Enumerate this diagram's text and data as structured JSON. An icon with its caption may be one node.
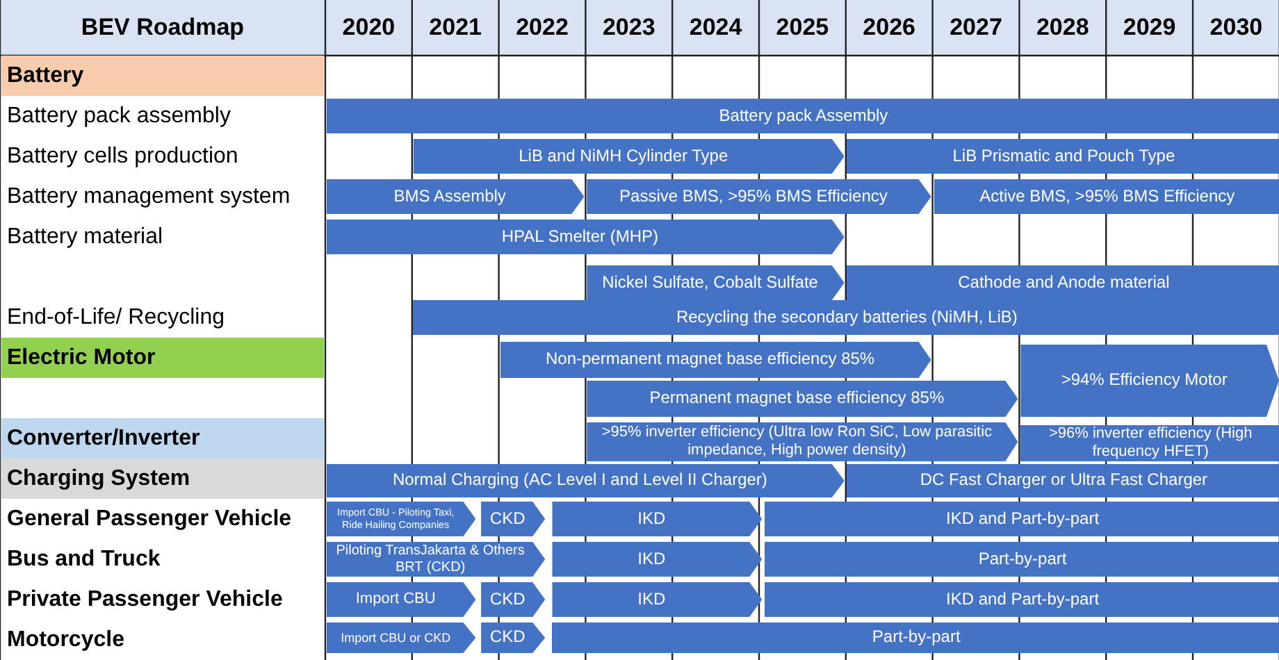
{
  "diagram": {
    "nodes": [
      {
        "text": [
          "Battery pack Assembly"
        ]
      },
      {
        "text": [
          "LiB and NiMH Cylinder Type"
        ]
      },
      {
        "text": [
          "LiB Prismatic and Pouch Type"
        ]
      },
      {
        "text": [
          "BMS Assembly"
        ]
      },
      {
        "text": [
          "Passive BMS, >95% BMS Efficiency"
        ]
      },
      {
        "text": [
          "Active BMS, >95% BMS Efficiency"
        ]
      },
      {
        "text": [
          "HPAL Smelter (MHP)"
        ]
      },
      {
        "text": [
          "Nickel Sulfate, Cobalt Sulfate"
        ]
      },
      {
        "text": [
          "Cathode and Anode material"
        ]
      },
      {
        "text": [
          "Recycling the secondary batteries (NiMH, LiB)"
        ]
      },
      {
        "text": [
          "Non-permanent magnet base efficiency 85%"
        ]
      },
      {
        "text": [
          ">94% Efficiency Motor"
        ]
      },
      {
        "text": [
          "Permanent magnet base efficiency 85%"
        ]
      },
      {
        "text": [
          ">95% inverter efficiency (Ultra low Ron SiC, Low parasitic impedance, High power density)"
        ]
      },
      {
        "text": [
          ">96% inverter efficiency (High frequency HFET)"
        ]
      },
      {
        "text": [
          "Normal Charging (AC Level I and Level II Charger)"
        ]
      },
      {
        "text": [
          "DC Fast Charger or Ultra Fast Charger"
        ]
      },
      {
        "text": [
          "Import CBU - Piloting Taxi, Ride Hailing Companies"
        ]
      },
      {
        "text": [
          "CKD"
        ]
      },
      {
        "text": [
          "IKD"
        ]
      },
      {
        "text": [
          "IKD and Part-by-part"
        ]
      },
      {
        "text": [
          "Piloting TransJakarta & Others BRT (CKD)"
        ]
      },
      {
        "text": [
          "IKD"
        ]
      },
      {
        "text": [
          "Part-by-part"
        ]
      },
      {
        "text": [
          "Import CBU"
        ]
      },
      {
        "text": [
          "CKD"
        ]
      },
      {
        "text": [
          "IKD"
        ]
      },
      {
        "text": [
          "IKD and Part-by-part"
        ]
      },
      {
        "text": [
          "Import CBU or CKD"
        ]
      },
      {
        "text": [
          "CKD"
        ]
      },
      {
        "text": [
          "Part-by-part"
        ]
      }
    ],
    "labels": [
      "BEV Roadmap",
      "2020",
      "2021",
      "2022",
      "2023",
      "2024",
      "2025",
      "2026",
      "2027",
      "2028",
      "2029",
      "2030",
      "Battery",
      "Battery pack assembly",
      "Battery cells production",
      "Battery management system",
      "Battery material",
      "End-of-Life/ Recycling",
      "Electric Motor",
      "Converter/Inverter",
      "Charging System",
      "General Passenger Vehicle",
      "Bus and Truck",
      "Private Passenger Vehicle",
      "Motorcycle"
    ]
  }
}
